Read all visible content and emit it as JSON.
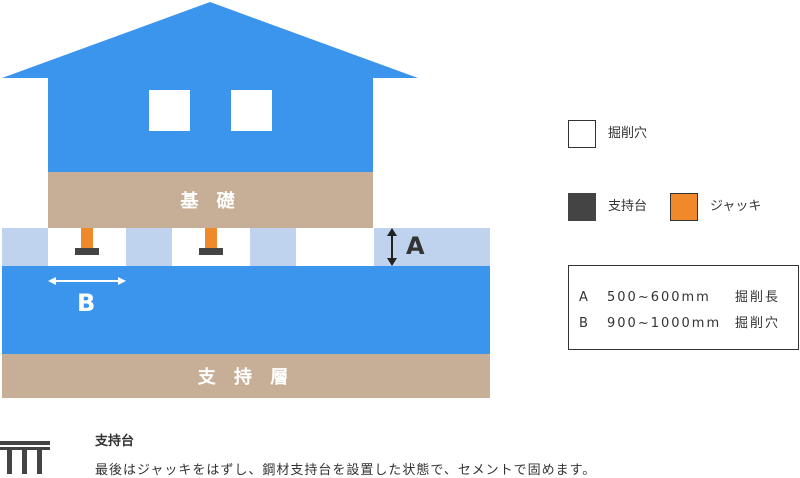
{
  "diagram": {
    "foundation_label": "基 礎",
    "bearing_layer_label": "支 持 層",
    "dimension_a_label": "A",
    "dimension_b_label": "B"
  },
  "legend": {
    "pit_label": "掘削穴",
    "stand_label": "支持台",
    "jack_label": "ジャッキ",
    "colors": {
      "pit": "#ffffff",
      "stand": "#444444",
      "jack": "#f0892a"
    }
  },
  "specs": [
    {
      "key": "A",
      "range": "500~600mm",
      "desc": "掘削長"
    },
    {
      "key": "B",
      "range": "900~1000mm",
      "desc": "掘削穴"
    }
  ],
  "caption": {
    "title": "支持台",
    "text": "最後はジャッキをはずし、鋼材支持台を設置した状態で、セメントで固めます。"
  },
  "colors": {
    "house_blue": "#3b95ed",
    "foundation_tan": "#c7af97",
    "ground_light_blue": "#bfd3ee"
  }
}
